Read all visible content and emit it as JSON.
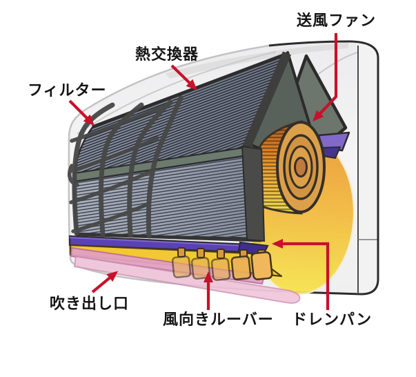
{
  "labels": {
    "fan": "送風ファン",
    "heat_exchanger": "熱交換器",
    "filter": "フィルター",
    "outlet": "吹き出し口",
    "louver": "風向きルーバー",
    "drain_pan": "ドレンパン"
  },
  "colors": {
    "arrow_red": "#c8112b",
    "label_text": "#141414",
    "housing_body": "#f2f2f3",
    "heat_exchanger_fins_light": "#aab0ba",
    "heat_exchanger_fins_dark": "#7f8694",
    "frame_charcoal": "#3e3e3d",
    "gable_sage": "#6c766c",
    "mid_seam_green": "#6d7b6f",
    "fan_disc_tan": "#dca04b",
    "fan_drum_orange": "#e08127",
    "glow_top_orange": "#eb9c36",
    "glow_bottom_yellow": "#f8e44f",
    "drain_pan_purple": "#5a41b5",
    "drain_pan_cap_purple": "#3f2d92",
    "louver_yellow": "#f2c833",
    "outlet_pink": "#e8aac6",
    "vane_tan": "#e8b05c"
  }
}
